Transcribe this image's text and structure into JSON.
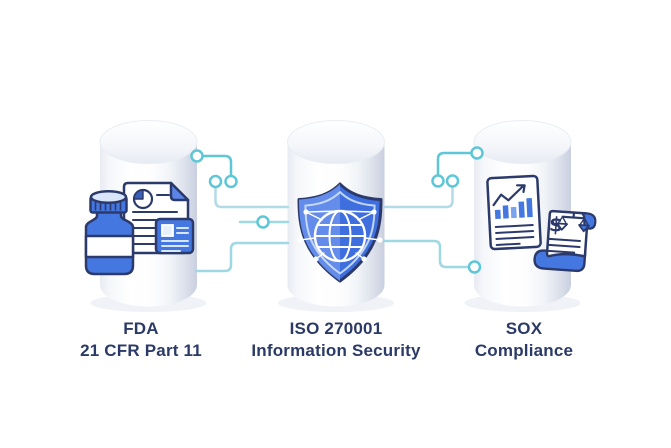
{
  "diagram": {
    "pillars": [
      {
        "line1": "FDA",
        "line2": "21 CFR Part 11",
        "icons": [
          "pill-bottle",
          "document-piechart",
          "id-card"
        ]
      },
      {
        "line1": "ISO 270001",
        "line2": "Information Security",
        "icons": [
          "security-shield-globe"
        ]
      },
      {
        "line1": "SOX",
        "line2": "Compliance",
        "icons": [
          "bar-chart-document",
          "financial-scroll-scale"
        ]
      }
    ],
    "dollar_glyph": "$"
  },
  "colors": {
    "bg": "#ffffff",
    "navy": "#2b3a6b",
    "label_text": "#2b3a66",
    "icon_blue": "#4577e0",
    "bar_light": "#7ba3ed",
    "shield_blue": "#3f6fdf",
    "shield_blue_light": "#638ceb",
    "shield_inner_line": "#cfe0f8",
    "fold_blue": "#5b86e8",
    "pie_fill": "#3a5fb8",
    "cap_light": "#d9e5f8",
    "card_line": "#d8e6fa",
    "teal": "#5ec7d7",
    "teal_light": "#9ed8e3",
    "line_light": "#b2dbe7"
  }
}
